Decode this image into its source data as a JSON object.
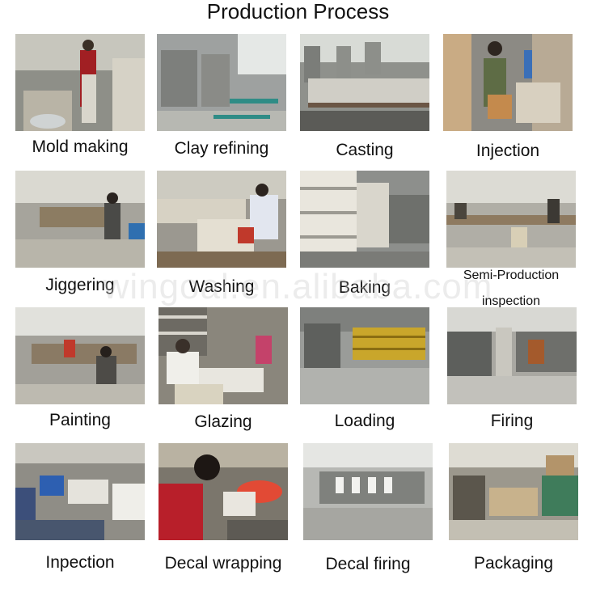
{
  "title": "Production Process",
  "watermark": "wingoal.en.alibaba.com",
  "steps": [
    {
      "label": "Mold making"
    },
    {
      "label": "Clay refining"
    },
    {
      "label": "Casting"
    },
    {
      "label": "Injection"
    },
    {
      "label": "Jiggering"
    },
    {
      "label": "Washing"
    },
    {
      "label": "Baking"
    },
    {
      "label": "Semi-Production inspection"
    },
    {
      "label": "Painting"
    },
    {
      "label": "Glazing"
    },
    {
      "label": "Loading"
    },
    {
      "label": "Firing"
    },
    {
      "label": "Inpection"
    },
    {
      "label": "Decal wrapping"
    },
    {
      "label": "Decal firing"
    },
    {
      "label": "Packaging"
    }
  ]
}
